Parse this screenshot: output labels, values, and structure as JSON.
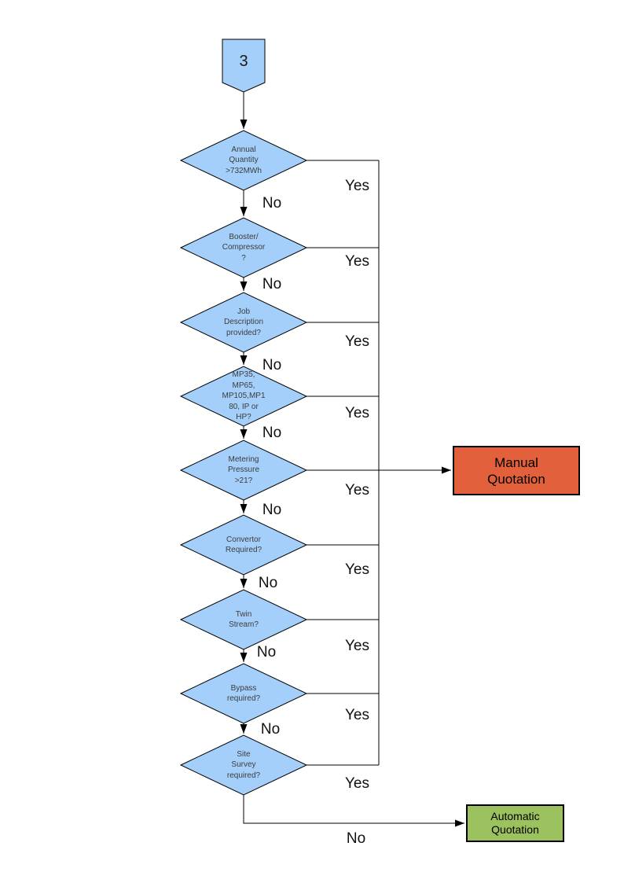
{
  "colors": {
    "node_fill": "#A3CFFA",
    "manual_fill": "#E2613C",
    "auto_fill": "#9CC25F",
    "line": "#000000"
  },
  "start_connector": {
    "label": "3"
  },
  "decisions": [
    {
      "id": "annual-quantity",
      "label": "Annual\nQuantity\n>732MWh",
      "yes": "Yes",
      "no": "No"
    },
    {
      "id": "booster-compressor",
      "label": "Booster/\nCompressor\n?",
      "yes": "Yes",
      "no": "No"
    },
    {
      "id": "job-description",
      "label": "Job\nDescription\nprovided?",
      "yes": "Yes",
      "no": "No"
    },
    {
      "id": "mp-range",
      "label": "MP35,\nMP65,\nMP105,MP1\n80, IP or\nHP?",
      "yes": "Yes",
      "no": "No"
    },
    {
      "id": "metering-pressure",
      "label": "Metering\nPressure\n>21?",
      "yes": "Yes",
      "no": "No"
    },
    {
      "id": "convertor-required",
      "label": "Convertor\nRequired?",
      "yes": "Yes",
      "no": "No"
    },
    {
      "id": "twin-stream",
      "label": "Twin\nStream?",
      "yes": "Yes",
      "no": "No"
    },
    {
      "id": "bypass-required",
      "label": "Bypass\nrequired?",
      "yes": "Yes",
      "no": "No"
    },
    {
      "id": "site-survey",
      "label": "Site\nSurvey\nrequired?",
      "yes": "Yes",
      "no": "No"
    }
  ],
  "outcomes": {
    "manual": {
      "label": "Manual\nQuotation"
    },
    "automatic": {
      "label": "Automatic\nQuotation",
      "no_label": "No"
    }
  }
}
